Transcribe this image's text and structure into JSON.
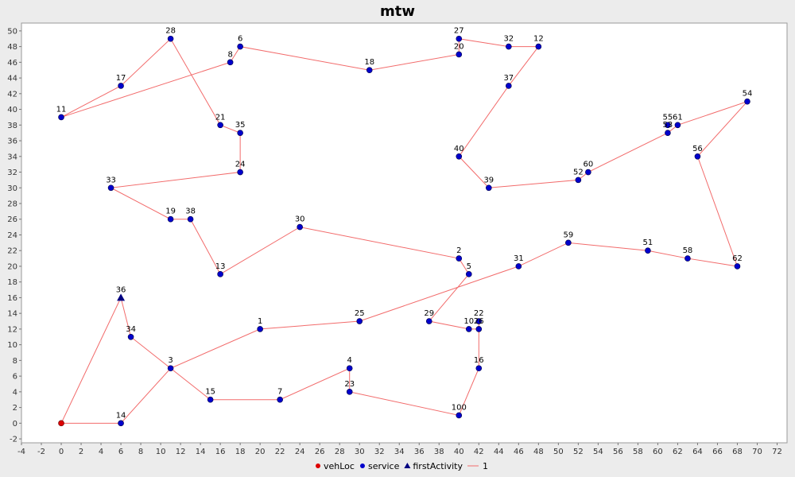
{
  "chart_data": {
    "type": "scatter",
    "title": "mtw",
    "xlim": [
      -4,
      73
    ],
    "ylim": [
      -2.5,
      51
    ],
    "x_ticks": [
      -4,
      -2,
      0,
      2,
      4,
      6,
      8,
      10,
      12,
      14,
      16,
      18,
      20,
      22,
      24,
      26,
      28,
      30,
      32,
      34,
      36,
      38,
      40,
      42,
      44,
      46,
      48,
      50,
      52,
      54,
      56,
      58,
      60,
      62,
      64,
      66,
      68,
      70,
      72
    ],
    "y_ticks": [
      -2,
      0,
      2,
      4,
      6,
      8,
      10,
      12,
      14,
      16,
      18,
      20,
      22,
      24,
      26,
      28,
      30,
      32,
      34,
      36,
      38,
      40,
      42,
      44,
      46,
      48,
      50
    ],
    "grid": false,
    "legend_position": "bottom",
    "colors": {
      "route": "#f26b6b",
      "service": "#0000cc",
      "vehLoc": "#dd0000",
      "firstActivity": "#000080"
    },
    "legend": [
      {
        "label": "vehLoc",
        "marker": "circle",
        "color": "#dd0000"
      },
      {
        "label": "service",
        "marker": "circle",
        "color": "#0000cc"
      },
      {
        "label": "firstActivity",
        "marker": "triangle",
        "color": "#000080"
      },
      {
        "label": "1",
        "marker": "line",
        "color": "#f26b6b"
      }
    ],
    "vehLoc": {
      "x": 0,
      "y": 0
    },
    "points": [
      {
        "id": "36",
        "x": 6,
        "y": 16,
        "kind": "firstActivity"
      },
      {
        "id": "34",
        "x": 7,
        "y": 11,
        "kind": "service"
      },
      {
        "id": "3",
        "x": 11,
        "y": 7,
        "kind": "service"
      },
      {
        "id": "15",
        "x": 15,
        "y": 3,
        "kind": "service"
      },
      {
        "id": "7",
        "x": 22,
        "y": 3,
        "kind": "service"
      },
      {
        "id": "4",
        "x": 29,
        "y": 7,
        "kind": "service"
      },
      {
        "id": "23",
        "x": 29,
        "y": 4,
        "kind": "service"
      },
      {
        "id": "100",
        "x": 40,
        "y": 1,
        "kind": "service"
      },
      {
        "id": "16",
        "x": 42,
        "y": 7,
        "kind": "service"
      },
      {
        "id": "22",
        "x": 42,
        "y": 13,
        "kind": "service"
      },
      {
        "id": "26",
        "x": 42,
        "y": 12,
        "kind": "service"
      },
      {
        "id": "10",
        "x": 41,
        "y": 12,
        "kind": "service"
      },
      {
        "id": "29",
        "x": 37,
        "y": 13,
        "kind": "service"
      },
      {
        "id": "5",
        "x": 41,
        "y": 19,
        "kind": "service"
      },
      {
        "id": "2",
        "x": 40,
        "y": 21,
        "kind": "service"
      },
      {
        "id": "30",
        "x": 24,
        "y": 25,
        "kind": "service"
      },
      {
        "id": "13",
        "x": 16,
        "y": 19,
        "kind": "service"
      },
      {
        "id": "38",
        "x": 13,
        "y": 26,
        "kind": "service"
      },
      {
        "id": "19",
        "x": 11,
        "y": 26,
        "kind": "service"
      },
      {
        "id": "33",
        "x": 5,
        "y": 30,
        "kind": "service"
      },
      {
        "id": "24",
        "x": 18,
        "y": 32,
        "kind": "service"
      },
      {
        "id": "35",
        "x": 18,
        "y": 37,
        "kind": "service"
      },
      {
        "id": "21",
        "x": 16,
        "y": 38,
        "kind": "service"
      },
      {
        "id": "28",
        "x": 11,
        "y": 49,
        "kind": "service"
      },
      {
        "id": "17",
        "x": 6,
        "y": 43,
        "kind": "service"
      },
      {
        "id": "11",
        "x": 0,
        "y": 39,
        "kind": "service"
      },
      {
        "id": "8",
        "x": 17,
        "y": 46,
        "kind": "service"
      },
      {
        "id": "6",
        "x": 18,
        "y": 48,
        "kind": "service"
      },
      {
        "id": "18",
        "x": 31,
        "y": 45,
        "kind": "service"
      },
      {
        "id": "20",
        "x": 40,
        "y": 47,
        "kind": "service"
      },
      {
        "id": "27",
        "x": 40,
        "y": 49,
        "kind": "service"
      },
      {
        "id": "32",
        "x": 45,
        "y": 48,
        "kind": "service"
      },
      {
        "id": "12",
        "x": 48,
        "y": 48,
        "kind": "service"
      },
      {
        "id": "37",
        "x": 45,
        "y": 43,
        "kind": "service"
      },
      {
        "id": "40",
        "x": 40,
        "y": 34,
        "kind": "service"
      },
      {
        "id": "39",
        "x": 43,
        "y": 30,
        "kind": "service"
      },
      {
        "id": "52",
        "x": 52,
        "y": 31,
        "kind": "service"
      },
      {
        "id": "60",
        "x": 53,
        "y": 32,
        "kind": "service"
      },
      {
        "id": "53",
        "x": 61,
        "y": 37,
        "kind": "service"
      },
      {
        "id": "55",
        "x": 61,
        "y": 38,
        "kind": "service"
      },
      {
        "id": "61",
        "x": 62,
        "y": 38,
        "kind": "service"
      },
      {
        "id": "54",
        "x": 69,
        "y": 41,
        "kind": "service"
      },
      {
        "id": "56",
        "x": 64,
        "y": 34,
        "kind": "service"
      },
      {
        "id": "62",
        "x": 68,
        "y": 20,
        "kind": "service"
      },
      {
        "id": "58",
        "x": 63,
        "y": 21,
        "kind": "service"
      },
      {
        "id": "51",
        "x": 59,
        "y": 22,
        "kind": "service"
      },
      {
        "id": "59",
        "x": 51,
        "y": 23,
        "kind": "service"
      },
      {
        "id": "31",
        "x": 46,
        "y": 20,
        "kind": "service"
      },
      {
        "id": "25",
        "x": 30,
        "y": 13,
        "kind": "service"
      },
      {
        "id": "1",
        "x": 20,
        "y": 12,
        "kind": "service"
      },
      {
        "id": "14",
        "x": 6,
        "y": 0,
        "kind": "service"
      }
    ],
    "series": [
      {
        "name": "1",
        "route": [
          [
            0,
            0
          ],
          [
            6,
            16
          ],
          [
            7,
            11
          ],
          [
            11,
            7
          ],
          [
            15,
            3
          ],
          [
            22,
            3
          ],
          [
            29,
            7
          ],
          [
            29,
            4
          ],
          [
            40,
            1
          ],
          [
            42,
            7
          ],
          [
            42,
            13
          ],
          [
            42,
            12
          ],
          [
            41,
            12
          ],
          [
            37,
            13
          ],
          [
            41,
            19
          ],
          [
            40,
            21
          ],
          [
            24,
            25
          ],
          [
            16,
            19
          ],
          [
            13,
            26
          ],
          [
            11,
            26
          ],
          [
            5,
            30
          ],
          [
            18,
            32
          ],
          [
            18,
            37
          ],
          [
            16,
            38
          ],
          [
            11,
            49
          ],
          [
            6,
            43
          ],
          [
            0,
            39
          ],
          [
            17,
            46
          ],
          [
            18,
            48
          ],
          [
            31,
            45
          ],
          [
            40,
            47
          ],
          [
            40,
            49
          ],
          [
            45,
            48
          ],
          [
            48,
            48
          ],
          [
            45,
            43
          ],
          [
            40,
            34
          ],
          [
            43,
            30
          ],
          [
            52,
            31
          ],
          [
            53,
            32
          ],
          [
            61,
            37
          ],
          [
            62,
            38
          ],
          [
            69,
            41
          ],
          [
            64,
            34
          ],
          [
            68,
            20
          ],
          [
            63,
            21
          ],
          [
            59,
            22
          ],
          [
            51,
            23
          ],
          [
            46,
            20
          ],
          [
            30,
            13
          ],
          [
            20,
            12
          ],
          [
            11,
            7
          ],
          [
            6,
            0
          ],
          [
            0,
            0
          ]
        ]
      }
    ]
  }
}
